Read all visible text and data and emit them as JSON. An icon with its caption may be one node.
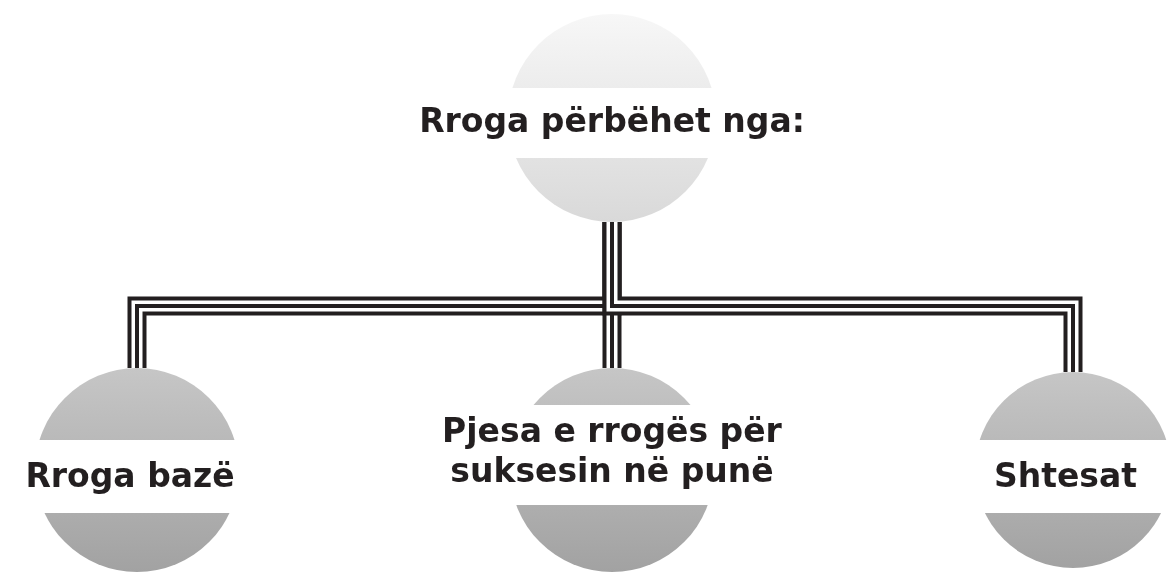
{
  "diagram": {
    "nodes": [
      {
        "text": [
          "Rroga përbëhet nga:"
        ]
      },
      {
        "text": [
          "Rroga bazë"
        ]
      },
      {
        "text": [
          "Pjesa e rrogës për suksesin në punë"
        ]
      },
      {
        "text": [
          "Shtesat"
        ]
      }
    ],
    "edges": [
      {
        "from": 0,
        "to": 1,
        "arrow": "none"
      },
      {
        "from": 0,
        "to": 2,
        "arrow": "none"
      },
      {
        "from": 0,
        "to": 3,
        "arrow": "none"
      }
    ]
  }
}
